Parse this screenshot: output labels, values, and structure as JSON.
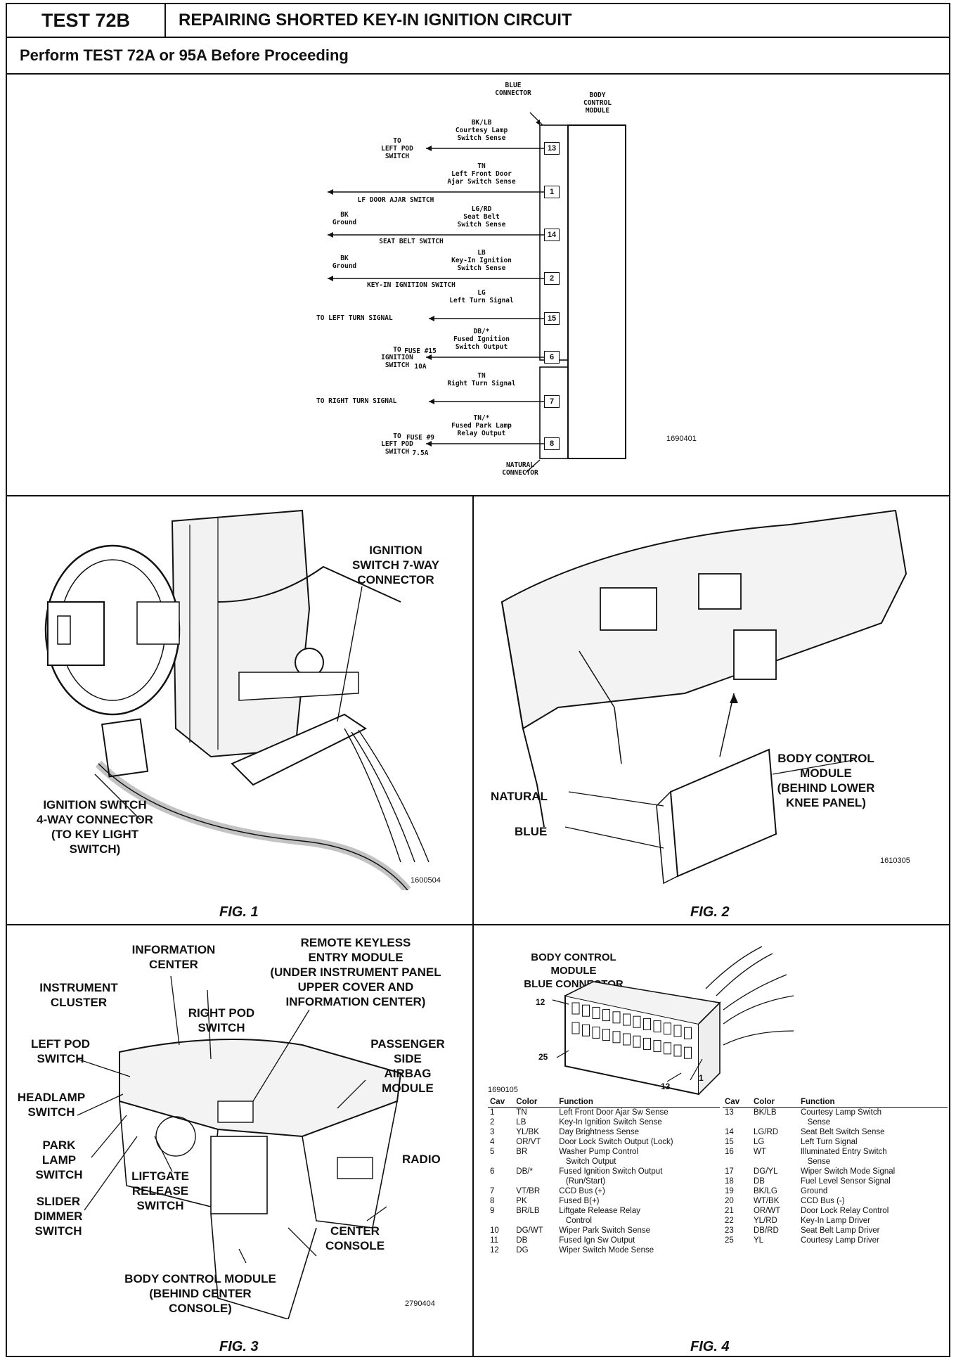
{
  "header": {
    "test_number": "TEST 72B",
    "title": "REPAIRING SHORTED KEY-IN IGNITION CIRCUIT",
    "subtitle": "Perform TEST 72A or 95A Before Proceeding"
  },
  "schematic": {
    "blue_connector": "BLUE\nCONNECTOR",
    "module": "BODY\nCONTROL\nMODULE",
    "natural_connector": "NATURAL\nCONNECTOR",
    "ref": "1690401",
    "circuits": [
      {
        "pin": "13",
        "wire": "BK/LB\nCourtesy Lamp\nSwitch Sense",
        "left": "TO\nLEFT POD\nSWITCH"
      },
      {
        "pin": "1",
        "wire": "TN\nLeft Front Door\nAjar Switch Sense",
        "left": "LF DOOR AJAR SWITCH"
      },
      {
        "pin": "14",
        "wire": "LG/RD\nSeat Belt\nSwitch Sense",
        "left": "SEAT BELT SWITCH",
        "ground": "BK\nGround"
      },
      {
        "pin": "2",
        "wire": "LB\nKey-In Ignition\nSwitch Sense",
        "left": "KEY-IN IGNITION SWITCH",
        "ground": "BK\nGround"
      },
      {
        "pin": "15",
        "wire": "LG\nLeft Turn Signal",
        "left": "TO LEFT TURN SIGNAL"
      },
      {
        "pin": "6",
        "wire": "DB/*\nFused Ignition\nSwitch Output",
        "left": "TO\nIGNITION\nSWITCH",
        "fuse": "FUSE #15",
        "rating": "10A"
      },
      {
        "pin": "7",
        "wire": "TN\nRight Turn Signal",
        "left": "TO RIGHT TURN SIGNAL"
      },
      {
        "pin": "8",
        "wire": "TN/*\nFused Park Lamp\nRelay Output",
        "left": "TO\nLEFT POD\nSWITCH",
        "fuse": "FUSE #9",
        "rating": "7.5A"
      }
    ]
  },
  "fig1": {
    "caption": "FIG. 1",
    "label_7way": "IGNITION\nSWITCH 7-WAY\nCONNECTOR",
    "label_4way": "IGNITION SWITCH\n4-WAY CONNECTOR\n(TO KEY LIGHT\nSWITCH)",
    "ref": "1600504"
  },
  "fig2": {
    "caption": "FIG. 2",
    "bcm": "BODY CONTROL\nMODULE\n(BEHIND LOWER\nKNEE PANEL)",
    "natural": "NATURAL",
    "blue": "BLUE",
    "ref": "1610305"
  },
  "fig3": {
    "caption": "FIG. 3",
    "information_center": "INFORMATION\nCENTER",
    "remote_keyless": "REMOTE KEYLESS\nENTRY MODULE\n(UNDER INSTRUMENT PANEL\nUPPER COVER AND\nINFORMATION CENTER)",
    "instrument_cluster": "INSTRUMENT\nCLUSTER",
    "right_pod": "RIGHT POD\nSWITCH",
    "left_pod": "LEFT POD\nSWITCH",
    "passenger_airbag": "PASSENGER\nSIDE\nAIRBAG\nMODULE",
    "headlamp": "HEADLAMP\nSWITCH",
    "park_lamp": "PARK\nLAMP\nSWITCH",
    "radio": "RADIO",
    "liftgate": "LIFTGATE\nRELEASE\nSWITCH",
    "slider": "SLIDER\nDIMMER\nSWITCH",
    "center_console": "CENTER\nCONSOLE",
    "bcm": "BODY CONTROL MODULE\n(BEHIND CENTER\nCONSOLE)",
    "ref": "2790404"
  },
  "fig4": {
    "caption": "FIG. 4",
    "title": "BODY CONTROL\nMODULE\nBLUE CONNECTOR",
    "pin12": "12",
    "pin25": "25",
    "pin13": "13",
    "pin1": "1",
    "ref": "1690105",
    "headers": {
      "cav": "Cav",
      "color": "Color",
      "function": "Function"
    },
    "left_rows": [
      [
        "1",
        "TN",
        "Left Front Door Ajar Sw Sense"
      ],
      [
        "2",
        "LB",
        "Key-In Ignition Switch Sense"
      ],
      [
        "3",
        "YL/BK",
        "Day Brightness Sense"
      ],
      [
        "4",
        "OR/VT",
        "Door Lock Switch Output (Lock)"
      ],
      [
        "5",
        "BR",
        "Washer Pump Control\n   Switch Output"
      ],
      [
        "6",
        "DB/*",
        "Fused Ignition Switch Output\n   (Run/Start)"
      ],
      [
        "7",
        "VT/BR",
        "CCD Bus (+)"
      ],
      [
        "8",
        "PK",
        "Fused B(+)"
      ],
      [
        "9",
        "BR/LB",
        "Liftgate Release Relay\n   Control"
      ],
      [
        "10",
        "DG/WT",
        "Wiper Park Switch Sense"
      ],
      [
        "11",
        "DB",
        "Fused Ign Sw Output"
      ],
      [
        "12",
        "DG",
        "Wiper Switch Mode Sense"
      ]
    ],
    "right_rows": [
      [
        "13",
        "BK/LB",
        "Courtesy Lamp Switch\n   Sense"
      ],
      [
        "14",
        "LG/RD",
        "Seat Belt Switch Sense"
      ],
      [
        "15",
        "LG",
        "Left Turn Signal"
      ],
      [
        "16",
        "WT",
        "Illuminated Entry Switch\n   Sense"
      ],
      [
        "17",
        "DG/YL",
        "Wiper Switch Mode Signal"
      ],
      [
        "18",
        "DB",
        "Fuel Level Sensor Signal"
      ],
      [
        "19",
        "BK/LG",
        "Ground"
      ],
      [
        "20",
        "WT/BK",
        "CCD Bus (-)"
      ],
      [
        "21",
        "OR/WT",
        "Door Lock Relay Control"
      ],
      [
        "22",
        "YL/RD",
        "Key-In Lamp Driver"
      ],
      [
        "23",
        "DB/RD",
        "Seat Belt Lamp Driver"
      ],
      [
        "25",
        "YL",
        "Courtesy Lamp Driver"
      ]
    ]
  }
}
